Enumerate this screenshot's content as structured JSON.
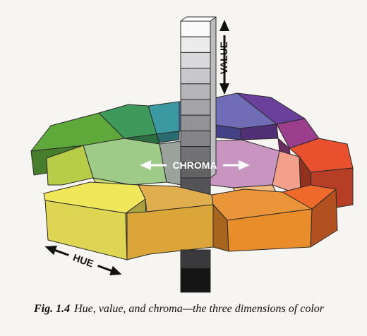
{
  "diagram": {
    "value_label": "VALUE",
    "chroma_label": "CHROMA",
    "hue_label": "HUE",
    "colors": {
      "red": "#e8502e",
      "red_orange": "#ef6a2a",
      "orange": "#e98c2a",
      "yellow_orange": "#dca53a",
      "yellow": "#f1e75a",
      "yellow_green": "#b7cd48",
      "green": "#5fa83a",
      "teal_green": "#3d9a5b",
      "blue_green": "#3b9aa1",
      "blue": "#4a7cc6",
      "blue_purple": "#5553a8",
      "purple": "#6b3f9c",
      "magenta": "#9b3f8c"
    }
  },
  "caption": {
    "fig_label": "Fig. 1.4",
    "text": "Hue, value, and chroma—the three dimensions of color"
  }
}
